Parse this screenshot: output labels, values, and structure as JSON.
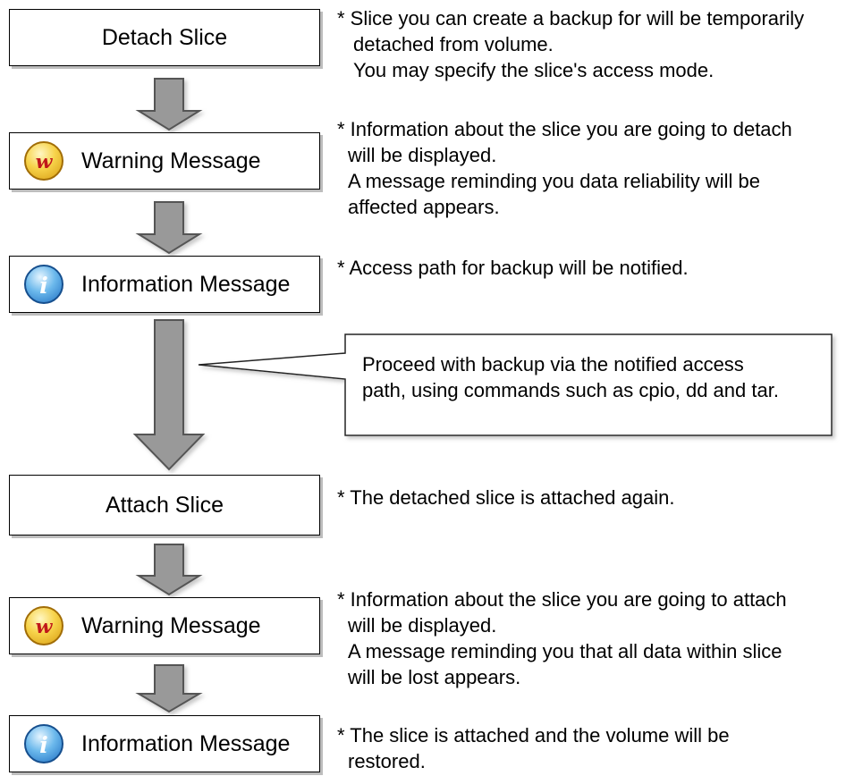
{
  "steps": [
    {
      "label": "Detach Slice",
      "icon": "none"
    },
    {
      "label": "Warning Message",
      "icon": "warning-icon"
    },
    {
      "label": "Information Message",
      "icon": "information-icon"
    },
    {
      "label": "Attach Slice",
      "icon": "none"
    },
    {
      "label": "Warning Message",
      "icon": "warning-icon"
    },
    {
      "label": "Information Message",
      "icon": "information-icon"
    }
  ],
  "notes": [
    {
      "line1": "* Slice you can create a backup for will be temporarily",
      "line2": "detached from volume.",
      "line3": "You may specify the slice's access mode.",
      "line4": ""
    },
    {
      "line1": "* Information about the slice you are going to detach",
      "line2": "will be displayed.",
      "line3": "A message reminding you data reliability will be",
      "line4": "affected appears."
    },
    {
      "line1": "* Access path for backup will be notified.",
      "line2": "",
      "line3": "",
      "line4": ""
    },
    {
      "line1": "* The detached slice is attached again.",
      "line2": "",
      "line3": "",
      "line4": ""
    },
    {
      "line1": "* Information about the slice you are going to attach",
      "line2": "will be displayed.",
      "line3": "A message reminding you that all data within slice",
      "line4": "will be lost appears."
    },
    {
      "line1": "* The slice is attached and the volume will be",
      "line2": "restored.",
      "line3": "",
      "line4": ""
    }
  ],
  "callout": {
    "line1": "Proceed with backup via the notified access",
    "line2": "path, using commands such as cpio, dd and tar."
  },
  "colors": {
    "arrow_fill": "#999999",
    "arrow_stroke": "#555555",
    "warning_icon": "#f2c230",
    "info_icon": "#3f8fd8"
  }
}
